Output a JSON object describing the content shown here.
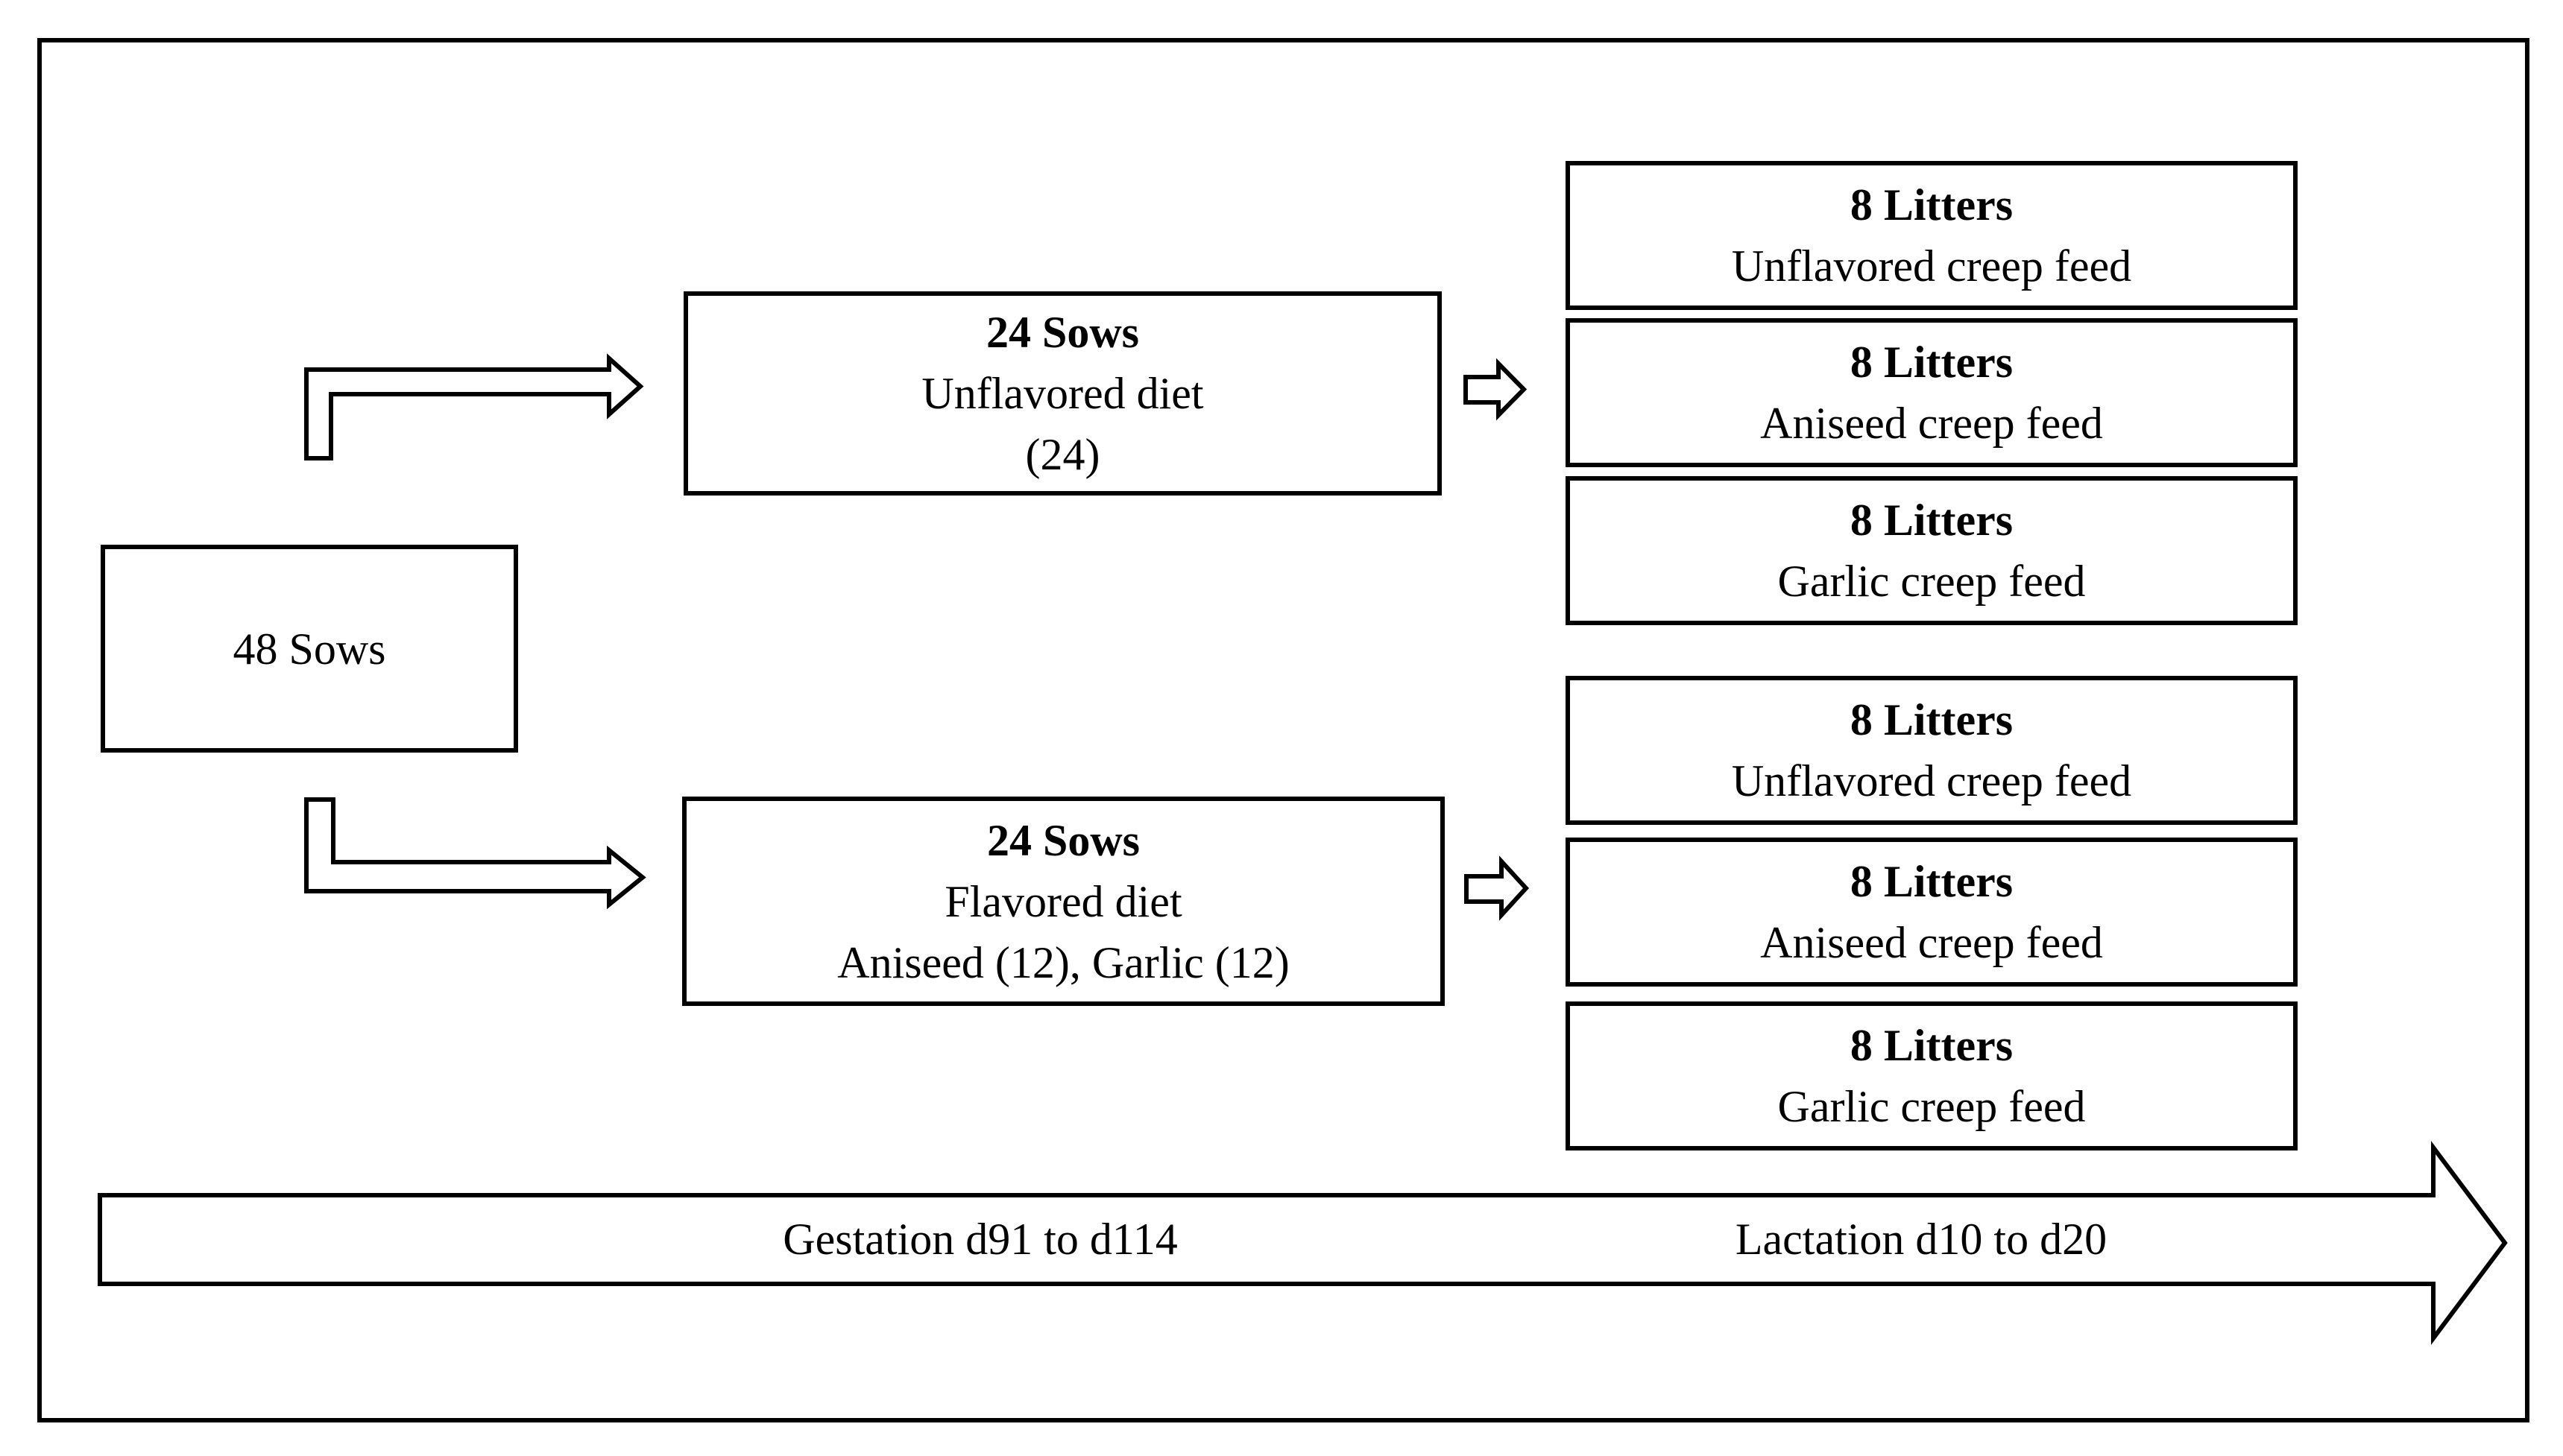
{
  "figure": {
    "root": {
      "label": "48 Sows"
    },
    "branches": [
      {
        "line1": "24 Sows",
        "line2": "Unflavored diet",
        "line3": "(24)",
        "litters": [
          {
            "line1": "8 Litters",
            "line2": "Unflavored creep feed"
          },
          {
            "line1": "8 Litters",
            "line2": "Aniseed creep feed"
          },
          {
            "line1": "8 Litters",
            "line2": "Garlic creep feed"
          }
        ]
      },
      {
        "line1": "24 Sows",
        "line2": "Flavored diet",
        "line3": "Aniseed (12), Garlic (12)",
        "litters": [
          {
            "line1": "8 Litters",
            "line2": "Unflavored creep feed"
          },
          {
            "line1": "8 Litters",
            "line2": "Aniseed creep feed"
          },
          {
            "line1": "8 Litters",
            "line2": "Garlic creep feed"
          }
        ]
      }
    ],
    "timeline": {
      "gestation_label": "Gestation d91 to d114",
      "lactation_label": "Lactation d10 to d20"
    },
    "colors": {
      "ink": "#000000",
      "paper": "#ffffff"
    }
  }
}
